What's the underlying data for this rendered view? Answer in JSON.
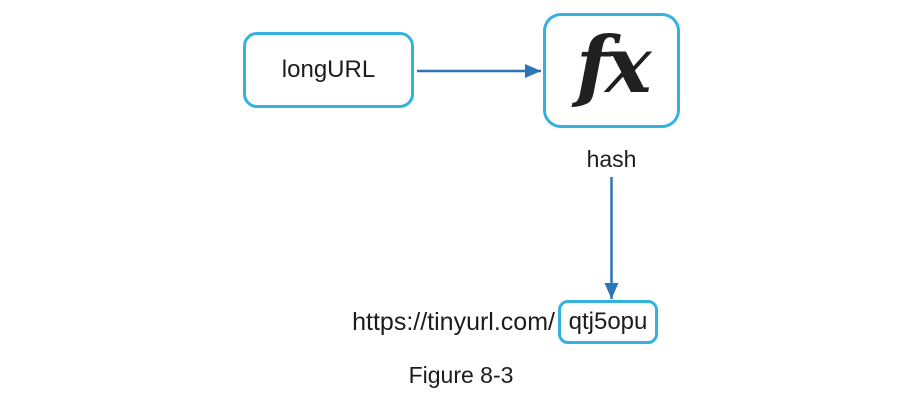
{
  "figure": {
    "caption": "Figure 8-3"
  },
  "nodes": {
    "longurl": {
      "label": "longURL"
    },
    "hash_function": {
      "icon_label": "fx"
    },
    "hash_output_label": "hash",
    "short_url": {
      "prefix": "https://tinyurl.com/",
      "hash_value": "qtj5opu"
    }
  },
  "colors": {
    "box_border": "#35b1e0",
    "arrow": "#2e75b6",
    "text": "#1c1c1c"
  }
}
